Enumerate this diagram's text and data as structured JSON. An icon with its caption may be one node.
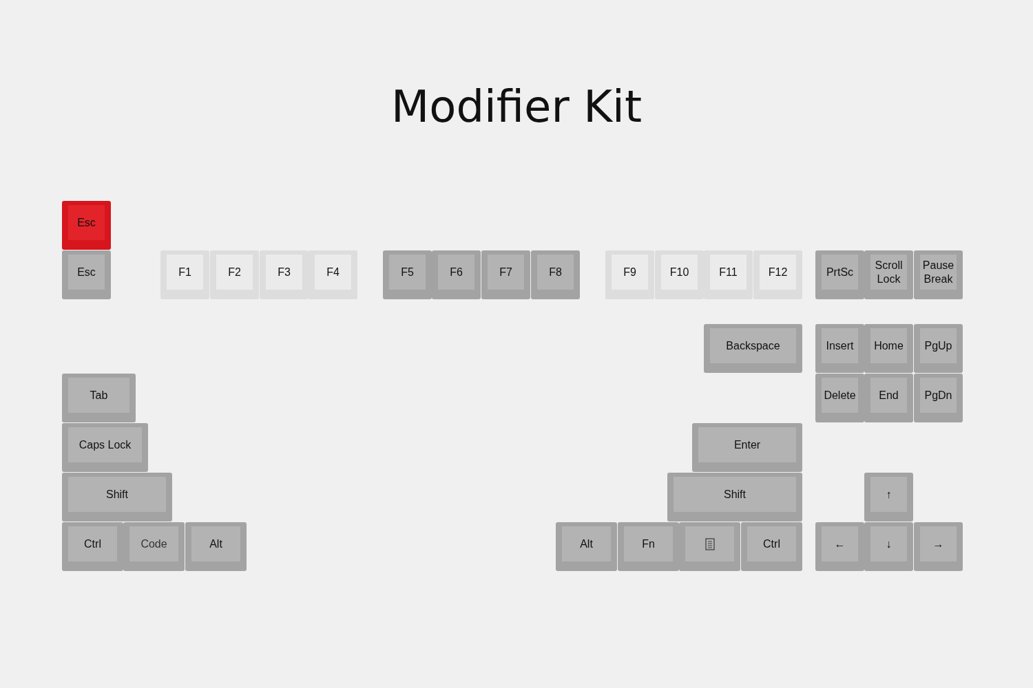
{
  "diagram": {
    "title": "Modifier Kit",
    "nodes": [
      {
        "text": [
          "Esc"
        ]
      },
      {
        "text": [
          "Esc"
        ]
      },
      {
        "text": [
          "F1"
        ]
      },
      {
        "text": [
          "F2"
        ]
      },
      {
        "text": [
          "F3"
        ]
      },
      {
        "text": [
          "F4"
        ]
      },
      {
        "text": [
          "F5"
        ]
      },
      {
        "text": [
          "F6"
        ]
      },
      {
        "text": [
          "F7"
        ]
      },
      {
        "text": [
          "F8"
        ]
      },
      {
        "text": [
          "F9"
        ]
      },
      {
        "text": [
          "F10"
        ]
      },
      {
        "text": [
          "F11"
        ]
      },
      {
        "text": [
          "F12"
        ]
      },
      {
        "text": [
          "PrtSc"
        ]
      },
      {
        "text": [
          "Scroll Lock"
        ]
      },
      {
        "text": [
          "Pause Break"
        ]
      },
      {
        "text": [
          "Backspace"
        ]
      },
      {
        "text": [
          "Insert"
        ]
      },
      {
        "text": [
          "Home"
        ]
      },
      {
        "text": [
          "PgUp"
        ]
      },
      {
        "text": [
          "Tab"
        ]
      },
      {
        "text": [
          "Delete"
        ]
      },
      {
        "text": [
          "End"
        ]
      },
      {
        "text": [
          "PgDn"
        ]
      },
      {
        "text": [
          "Caps Lock"
        ]
      },
      {
        "text": [
          "Enter"
        ]
      },
      {
        "text": [
          "Shift"
        ]
      },
      {
        "text": [
          "Shift"
        ]
      },
      {
        "text": [
          "↑"
        ]
      },
      {
        "text": [
          "Ctrl"
        ]
      },
      {
        "text": [
          "Code"
        ]
      },
      {
        "text": [
          "Alt"
        ]
      },
      {
        "text": [
          "Alt"
        ]
      },
      {
        "text": [
          "Fn"
        ]
      },
      {
        "text": [],
        "shape": "box"
      },
      {
        "text": [
          "Ctrl"
        ]
      },
      {
        "text": [
          "←"
        ]
      },
      {
        "text": [
          "↓"
        ]
      },
      {
        "text": [
          "→"
        ]
      }
    ],
    "edges": []
  }
}
